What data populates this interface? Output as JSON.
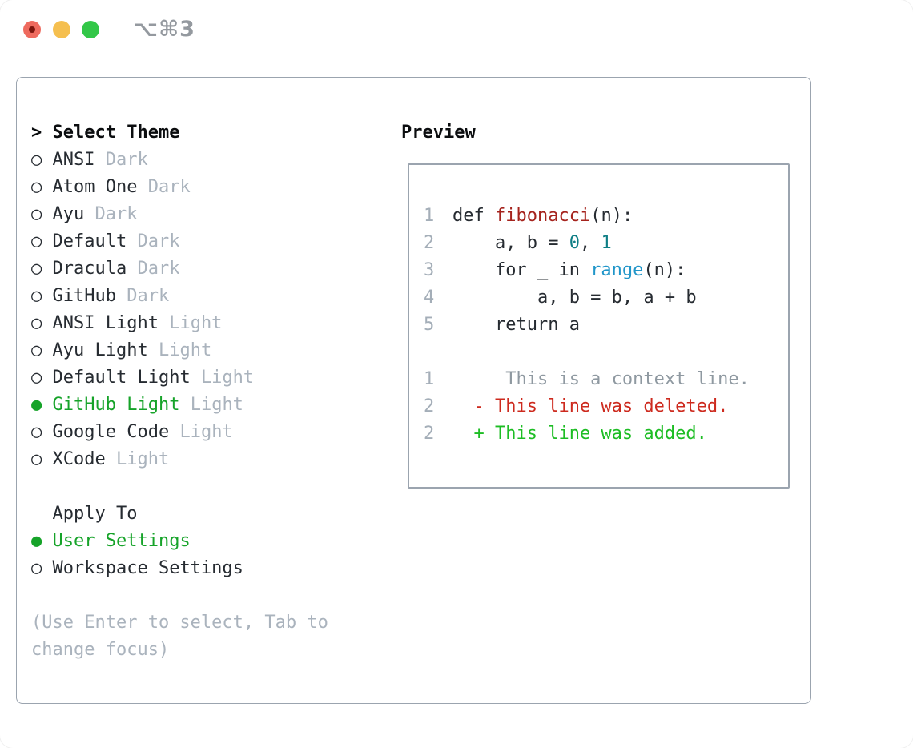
{
  "colors": {
    "text": "#262b31",
    "bold": "#0b0d0f",
    "muted": "#aab3bd",
    "line_number": "#a4aeb8",
    "context": "#8f99a1",
    "selected_green": "#16a329",
    "added_green": "#1dbd24",
    "deleted_red": "#cd2a1e",
    "func_red": "#a5231d",
    "number_teal": "#0e7e85",
    "builtin_blue": "#2196c9",
    "border": "#9ba4af",
    "title": "#94999f",
    "traffic_red": "#ee6a5e",
    "traffic_red_dot": "#7c150d",
    "traffic_yellow": "#f5bf4f",
    "traffic_green": "#33c748"
  },
  "titlebar": {
    "title": "⌥⌘3"
  },
  "markers": {
    "cursor": ">",
    "selected": "●",
    "unselected": "○"
  },
  "theme_panel": {
    "header": "Select Theme",
    "items": [
      {
        "name": "ANSI",
        "variant": "Dark",
        "selected": false
      },
      {
        "name": "Atom One",
        "variant": "Dark",
        "selected": false
      },
      {
        "name": "Ayu",
        "variant": "Dark",
        "selected": false
      },
      {
        "name": "Default",
        "variant": "Dark",
        "selected": false
      },
      {
        "name": "Dracula",
        "variant": "Dark",
        "selected": false
      },
      {
        "name": "GitHub",
        "variant": "Dark",
        "selected": false
      },
      {
        "name": "ANSI Light",
        "variant": "Light",
        "selected": false
      },
      {
        "name": "Ayu Light",
        "variant": "Light",
        "selected": false
      },
      {
        "name": "Default Light",
        "variant": "Light",
        "selected": false
      },
      {
        "name": "GitHub Light",
        "variant": "Light",
        "selected": true
      },
      {
        "name": "Google Code",
        "variant": "Light",
        "selected": false
      },
      {
        "name": "XCode",
        "variant": "Light",
        "selected": false
      }
    ]
  },
  "apply_panel": {
    "header": "Apply To",
    "items": [
      {
        "label": "User Settings",
        "selected": true
      },
      {
        "label": "Workspace Settings",
        "selected": false
      }
    ]
  },
  "hint": {
    "lines": [
      "(Use Enter to select, Tab to",
      "change focus)"
    ]
  },
  "preview": {
    "header": "Preview",
    "code_lines": [
      {
        "num": "1",
        "segments": [
          {
            "text": "def ",
            "color": "text"
          },
          {
            "text": "fibonacci",
            "color": "func_red"
          },
          {
            "text": "(n):",
            "color": "text"
          }
        ]
      },
      {
        "num": "2",
        "segments": [
          {
            "text": "    a, b = ",
            "color": "text"
          },
          {
            "text": "0",
            "color": "number_teal"
          },
          {
            "text": ", ",
            "color": "text"
          },
          {
            "text": "1",
            "color": "number_teal"
          }
        ]
      },
      {
        "num": "3",
        "segments": [
          {
            "text": "    for _ in ",
            "color": "text"
          },
          {
            "text": "range",
            "color": "builtin_blue"
          },
          {
            "text": "(n):",
            "color": "text"
          }
        ]
      },
      {
        "num": "4",
        "segments": [
          {
            "text": "        a, b = b, a + b",
            "color": "text"
          }
        ]
      },
      {
        "num": "5",
        "segments": [
          {
            "text": "    return a",
            "color": "text"
          }
        ]
      }
    ],
    "diff_lines": [
      {
        "num": "1",
        "segments": [
          {
            "text": "     This is a context line.",
            "color": "context"
          }
        ]
      },
      {
        "num": "2",
        "segments": [
          {
            "text": "  - This line was deleted.",
            "color": "deleted_red"
          }
        ]
      },
      {
        "num": "2",
        "segments": [
          {
            "text": "  + This line was added.",
            "color": "added_green"
          }
        ]
      }
    ]
  }
}
